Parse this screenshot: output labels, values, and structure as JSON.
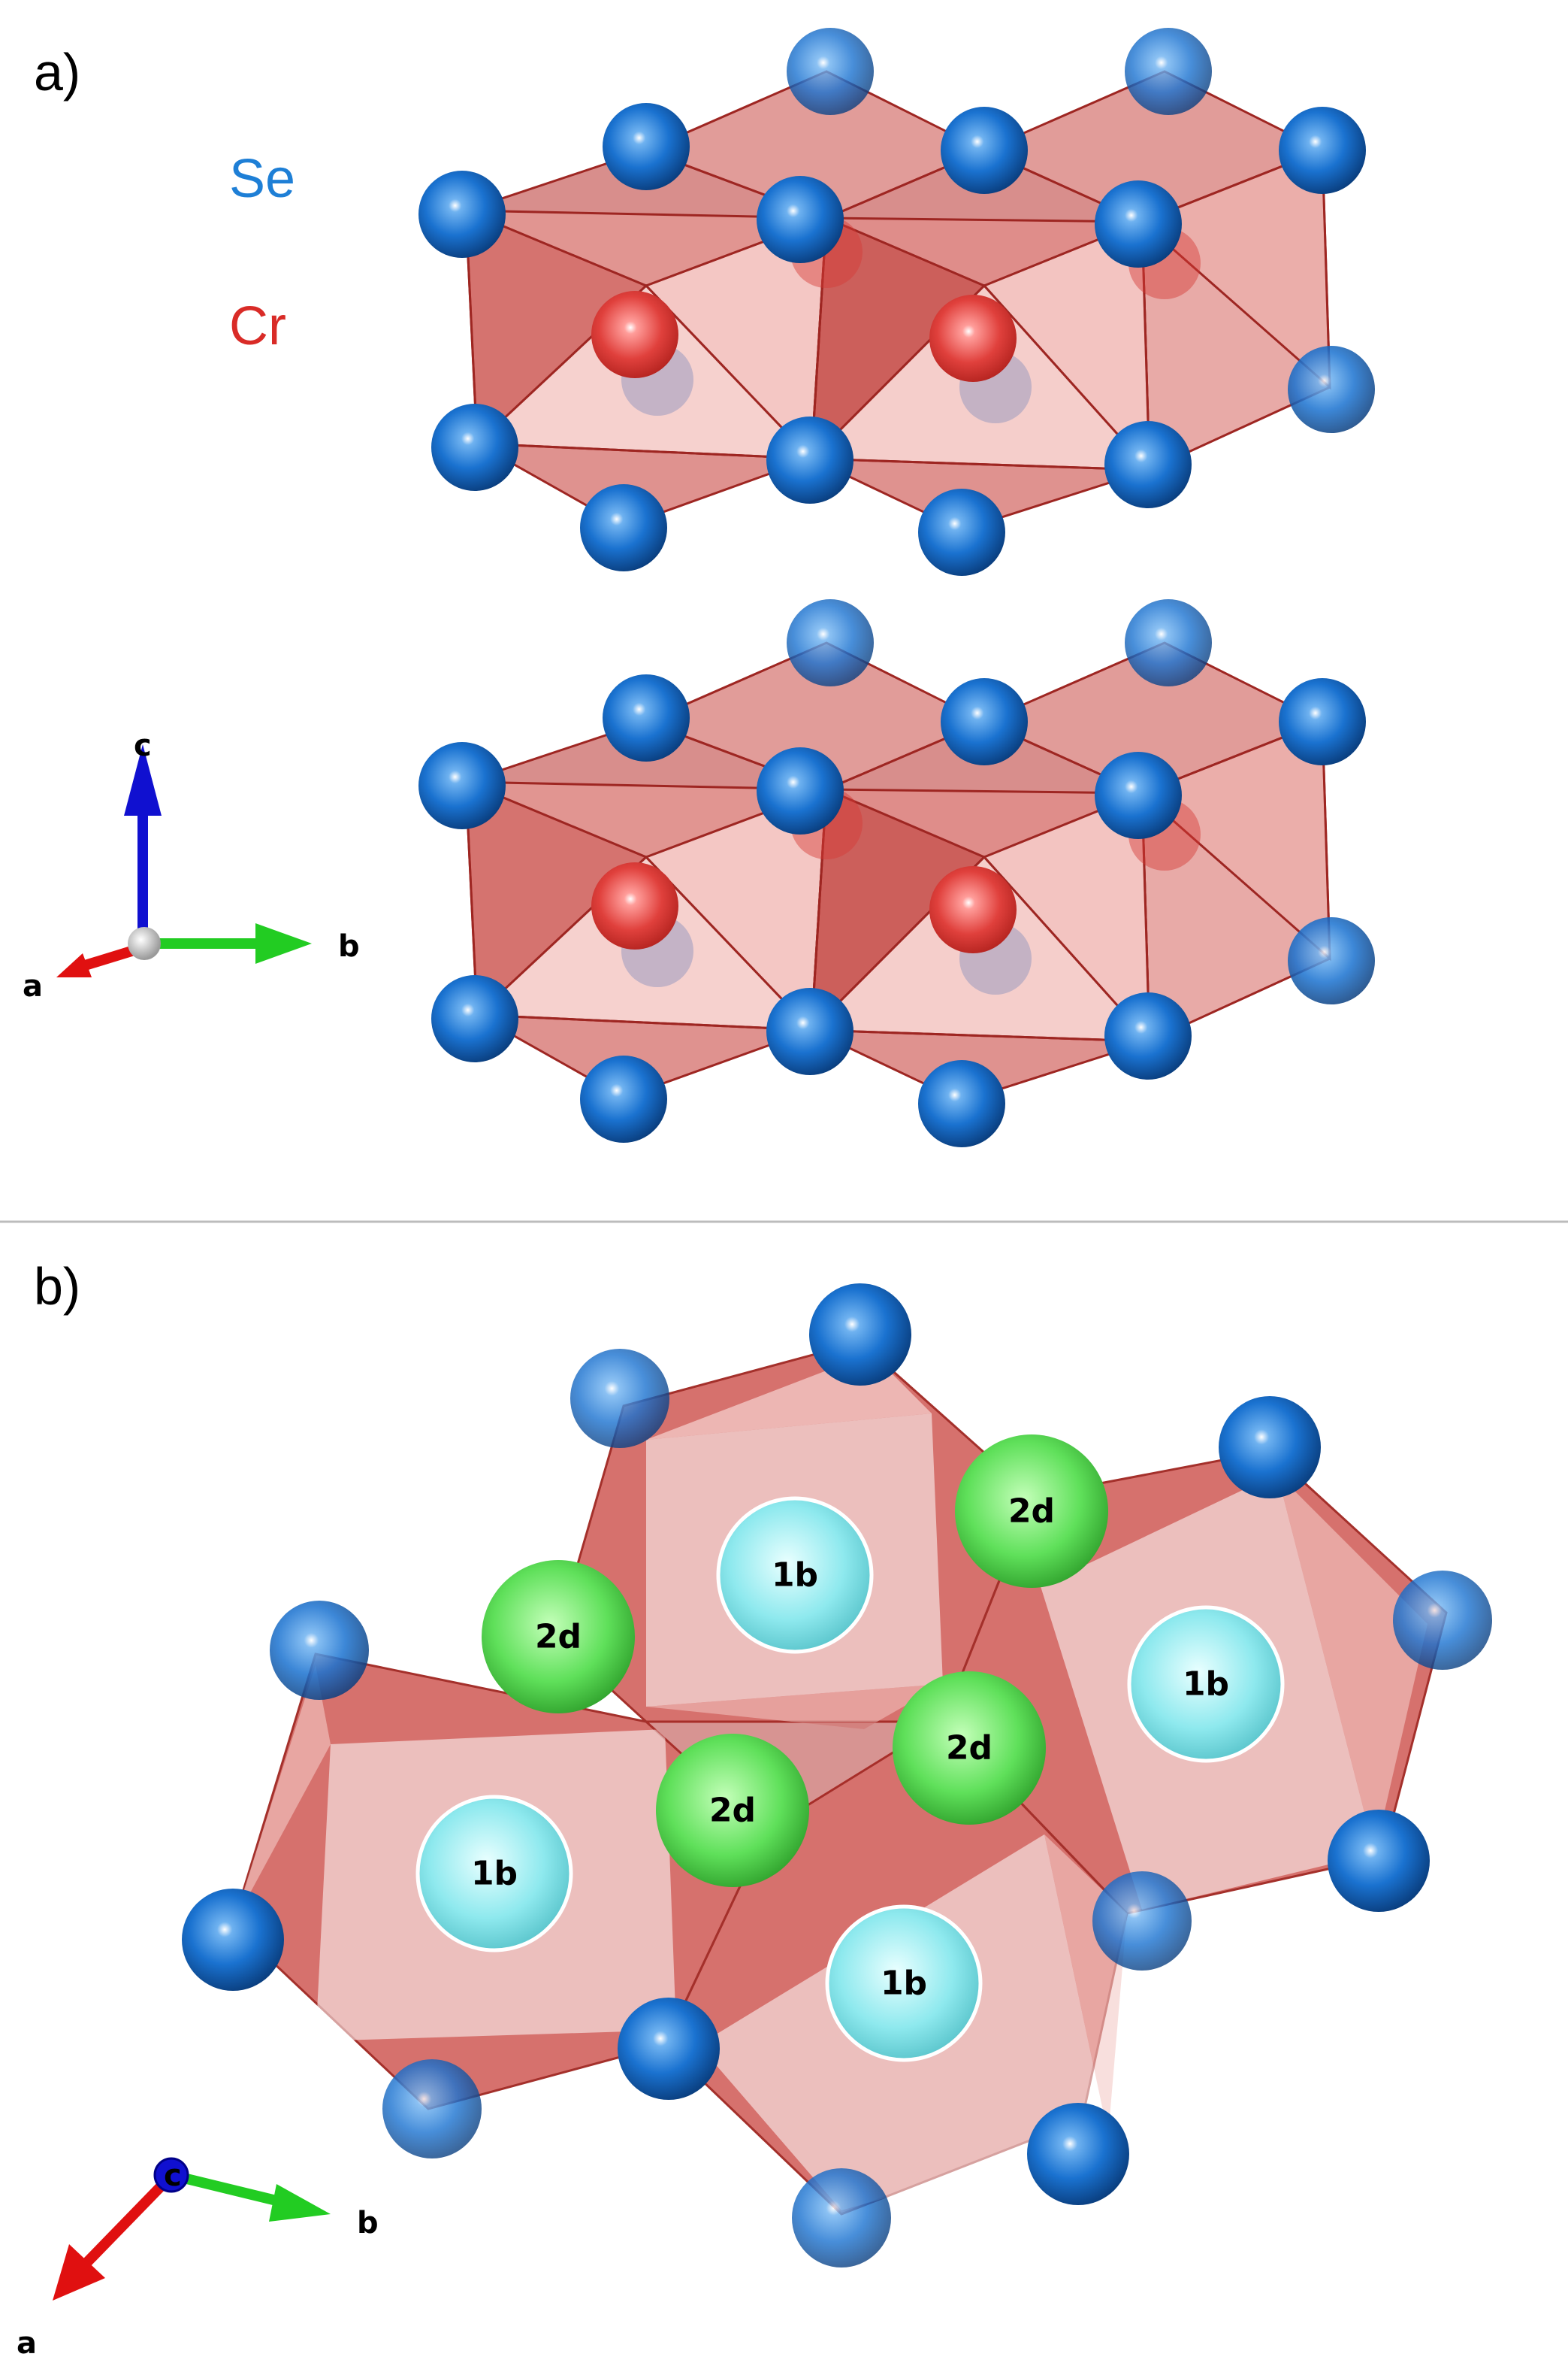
{
  "panel_a": {
    "label": "a)",
    "legend": [
      {
        "symbol": "Se",
        "color": "#1e7fd6"
      },
      {
        "symbol": "Cr",
        "color": "#d92b27"
      }
    ],
    "axes": {
      "c": "c",
      "a": "a",
      "b": "b"
    }
  },
  "panel_b": {
    "label": "b)",
    "sites": {
      "octahedral": "1b",
      "interstitial": "2d"
    },
    "axes": {
      "c": "c",
      "a": "a",
      "b": "b"
    }
  },
  "colors": {
    "se_atom": "#1a72d0",
    "cr_atom": "#e0403c",
    "polyhedron": "#c8413c",
    "site_1b": "#8ee9ee",
    "site_2d": "#5fe05a",
    "axis_a": "#e01010",
    "axis_b": "#22cc22",
    "axis_c": "#1010d0"
  }
}
